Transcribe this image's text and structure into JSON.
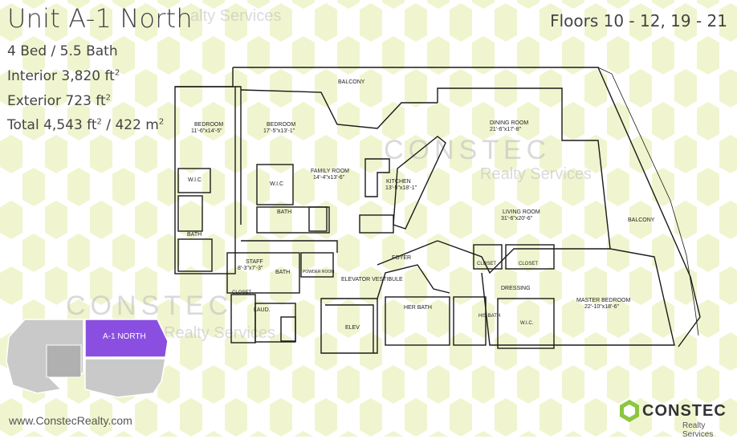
{
  "header": {
    "unit_title": "Unit A-1 North",
    "floors": "Floors 10 - 12, 19 - 21"
  },
  "specs": {
    "beds_baths": "4 Bed / 5.5 Bath",
    "interior_label": "Interior 3,820 ft",
    "exterior_label": "Exterior 723 ft",
    "total_label": "Total 4,543 ft",
    "total_metric": " / 422 m",
    "sup": "2"
  },
  "watermark": {
    "brand": "CONSTEC",
    "sub": "Realty Services",
    "faded_sub": "alty Services"
  },
  "keyplan": {
    "highlight_label": "A-1 NORTH",
    "highlight_color": "#8a4fe0"
  },
  "rooms": {
    "balcony_top": "BALCONY",
    "bedroom_1": "BEDROOM",
    "bedroom_1_dim": "11'-6\"x14'-5\"",
    "bedroom_2": "BEDROOM",
    "bedroom_2_dim": "17'-5\"x13'-1\"",
    "family_room": "FAMILY ROOM",
    "family_room_dim": "14'-4\"x13'-6\"",
    "kitchen": "KITCHEN",
    "kitchen_dim": "13'-5\"x18'-1\"",
    "dining_room": "DINING ROOM",
    "dining_room_dim": "21'-6\"x17'-8\"",
    "living_room": "LIVING ROOM",
    "living_room_dim": "31'-6\"x20'-6\"",
    "balcony_right": "BALCONY",
    "wic_1": "W.I.C",
    "wic_2": "W.I.C",
    "bath_1": "BATH",
    "bath_2": "BATH",
    "staff": "STAFF",
    "staff_dim": "8'-3\"x7'-3\"",
    "staff_bath": "BATH",
    "powder_room": "POWDER ROOM",
    "closet_staff": "CLOSET",
    "laundry": "LAUD.",
    "elevator_vestibule": "ELEVATOR VESTIBULE",
    "foyer": "FOYER",
    "elev": "ELEV",
    "her_bath": "HER BATH",
    "his_bath": "HIS BATH",
    "closet_1": "CLOSET",
    "closet_2": "CLOSET",
    "dressing": "DRESSING",
    "wic_master": "W.I.C.",
    "master_bedroom": "MASTER BEDROOM",
    "master_bedroom_dim": "22'-10\"x18'-6\""
  },
  "footer": {
    "url": "www.ConstecRealty.com",
    "logo_text": "CONSTEC",
    "logo_sub": "Realty Services",
    "brand_color": "#8cc63f"
  }
}
